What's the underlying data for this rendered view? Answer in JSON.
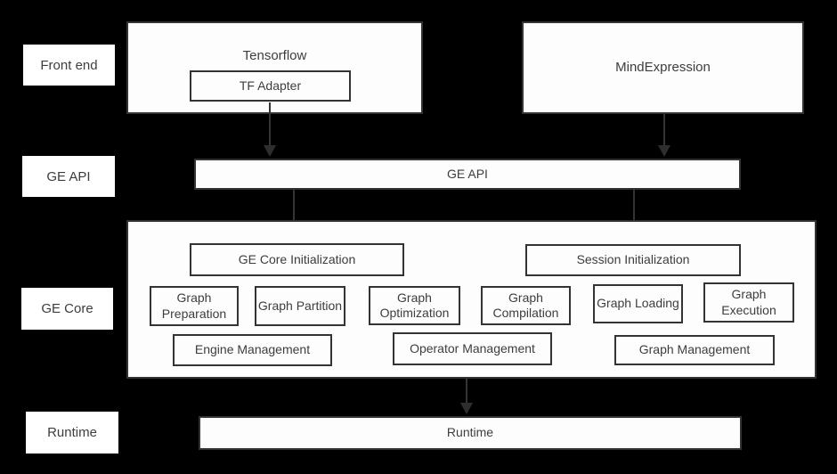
{
  "row_labels": [
    "Front end",
    "GE API",
    "GE Core",
    "Runtime"
  ],
  "front_end": {
    "tensorflow_label": "Tensorflow",
    "tf_adapter_label": "TF Adapter",
    "mindexpression_label": "MindExpression"
  },
  "ge_api": {
    "bar_label": "GE API"
  },
  "ge_core": {
    "init_left": "GE Core Initialization",
    "init_right": "Session Initialization",
    "modules": [
      "Graph Preparation",
      "Graph Partition",
      "Graph Optimization",
      "Graph Compilation",
      "Graph Loading",
      "Graph Execution"
    ],
    "management": [
      "Engine Management",
      "Operator Management",
      "Graph Management"
    ]
  },
  "runtime": {
    "bar_label": "Runtime"
  },
  "colors": {
    "background": "#000000",
    "box_fill": "#fdfdfd",
    "box_border": "#333333",
    "text": "#3d3d3d",
    "arrow": "#2e2e2e"
  }
}
